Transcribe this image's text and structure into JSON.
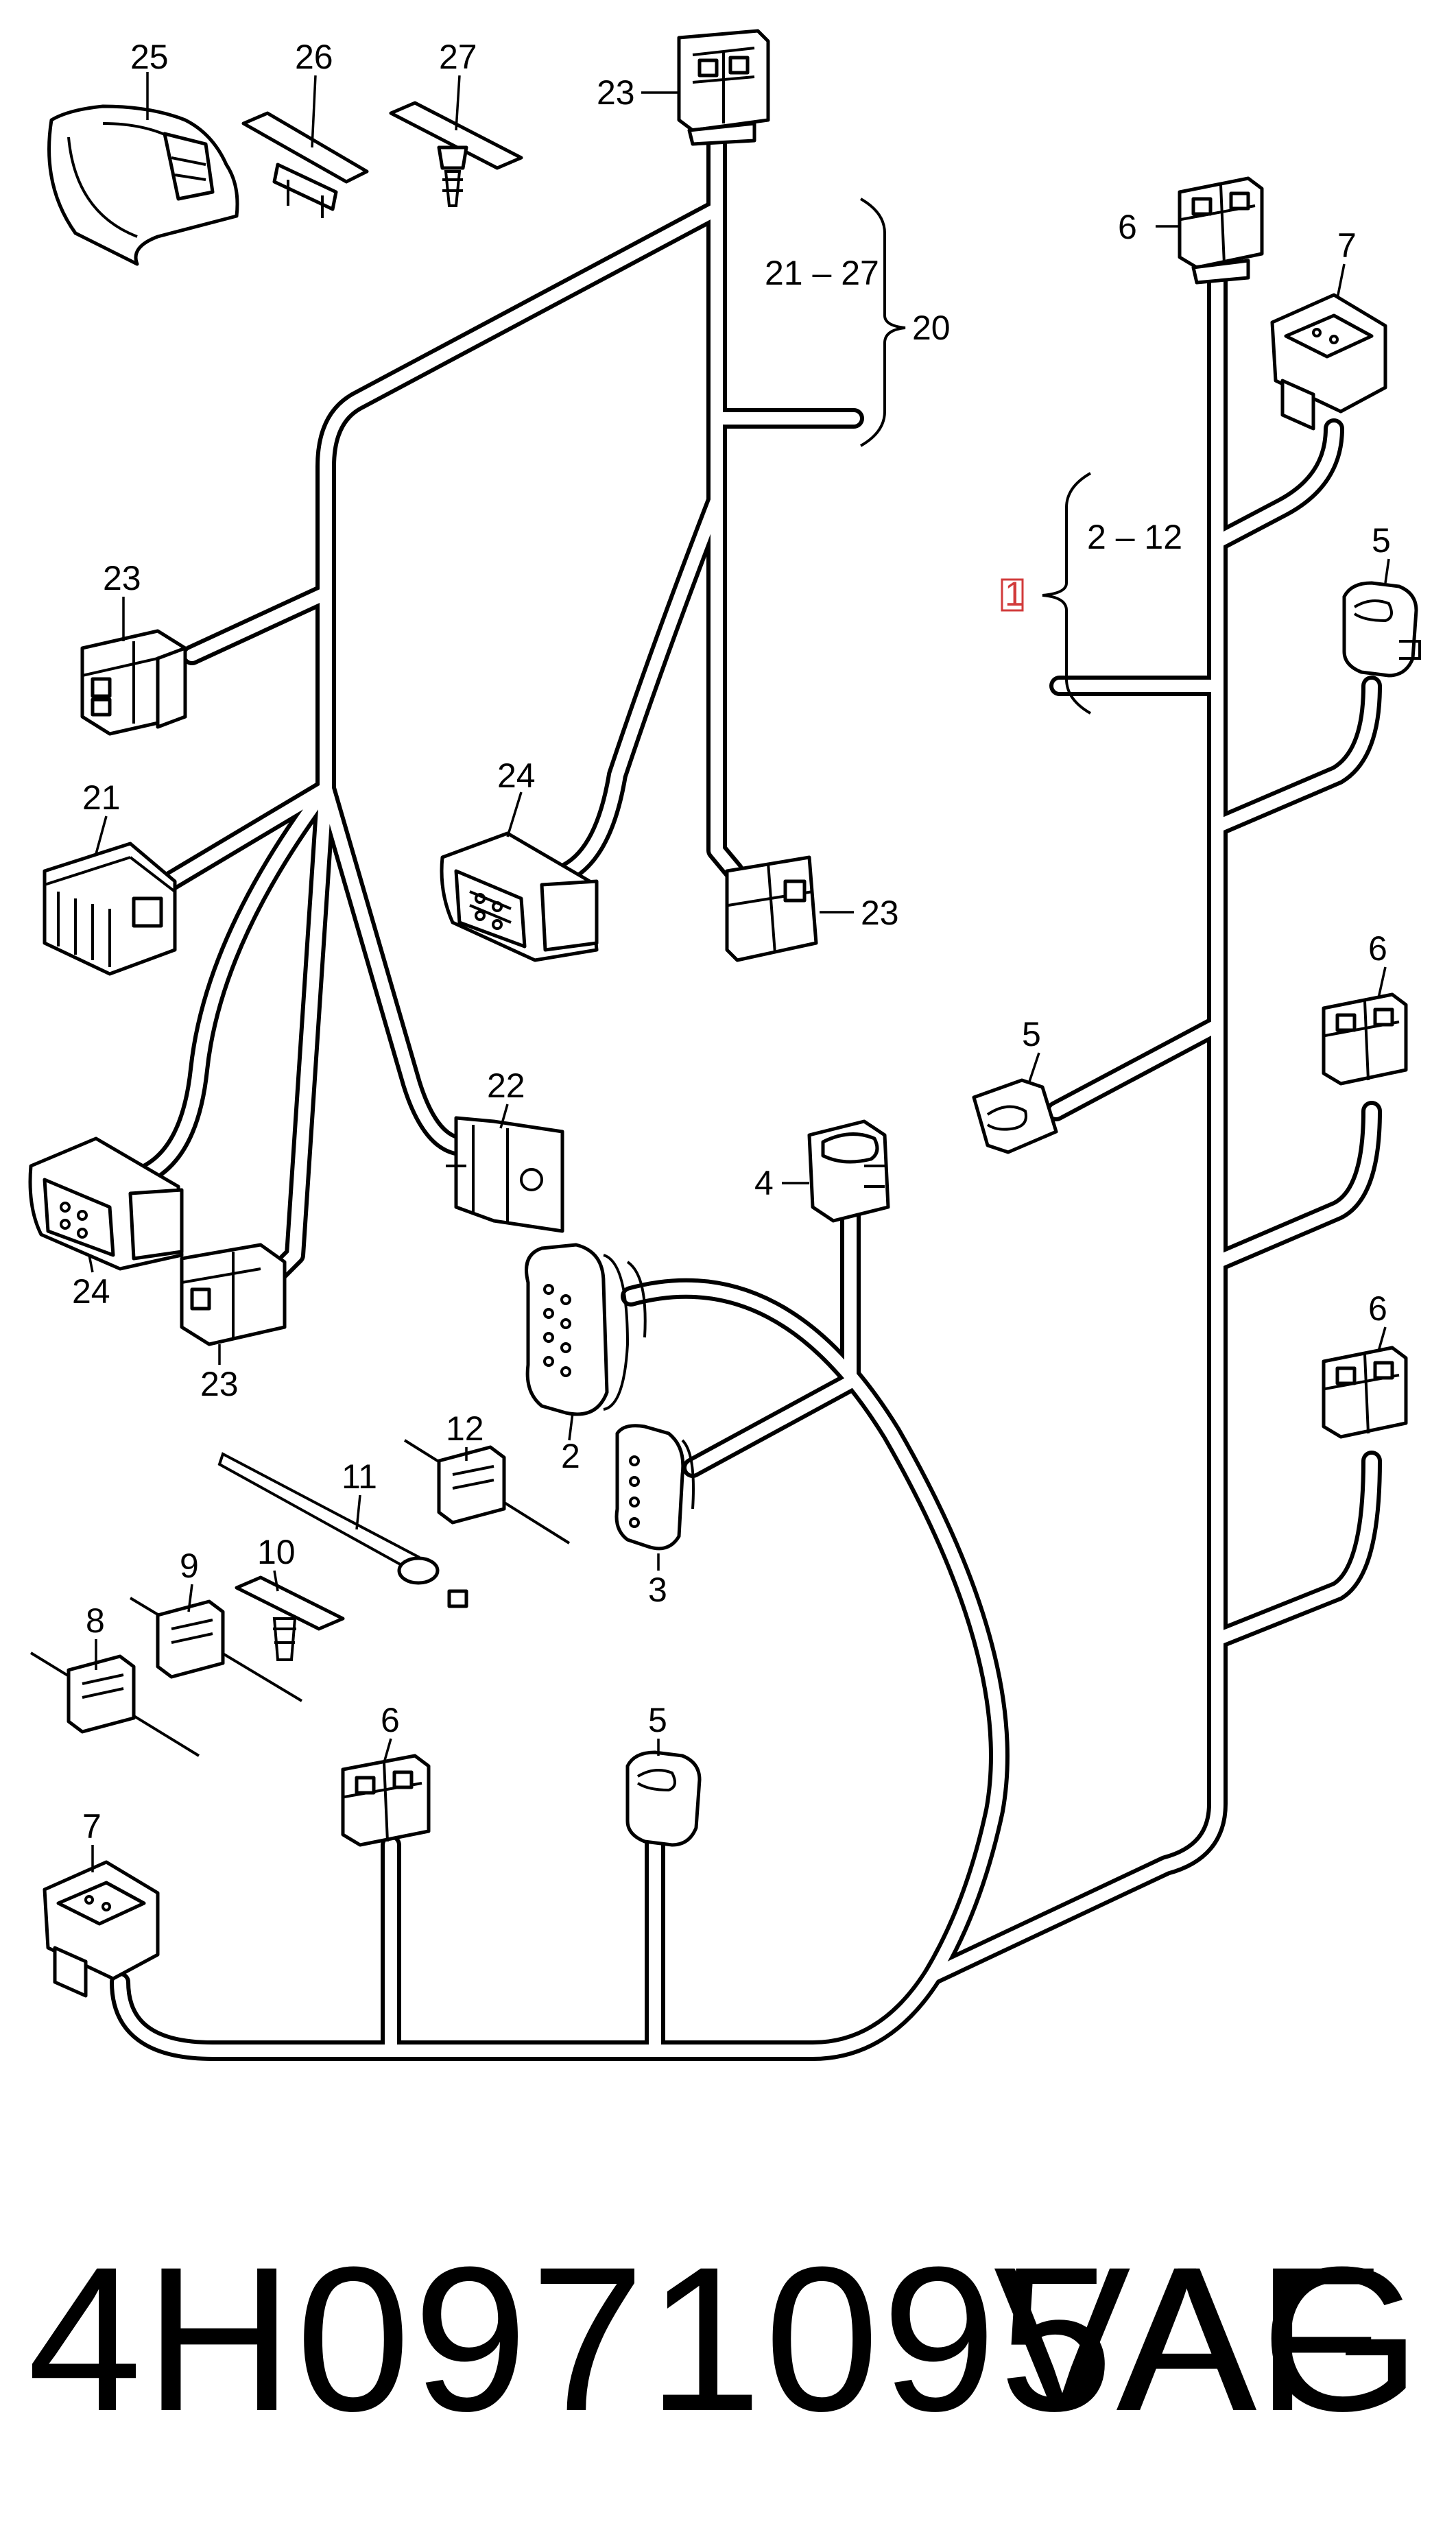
{
  "diagram": {
    "callouts": {
      "c1": "1",
      "c2": "2",
      "c3": "3",
      "c4": "4",
      "c5a": "5",
      "c5b": "5",
      "c5c": "5",
      "c6a": "6",
      "c6b": "6",
      "c6c": "6",
      "c6d": "6",
      "c7a": "7",
      "c7b": "7",
      "c8": "8",
      "c9": "9",
      "c10": "10",
      "c11": "11",
      "c12": "12",
      "c20": "20",
      "c21": "21",
      "c22": "22",
      "c23a": "23",
      "c23b": "23",
      "c23c": "23",
      "c23d": "23",
      "c24a": "24",
      "c24b": "24",
      "c25": "25",
      "c26": "26",
      "c27": "27"
    },
    "ranges": {
      "r_21_27": "21 – 27",
      "r_2_12": "2 – 12"
    }
  },
  "footer": {
    "part_number": "4H0971095AF",
    "brand": "VAG"
  }
}
